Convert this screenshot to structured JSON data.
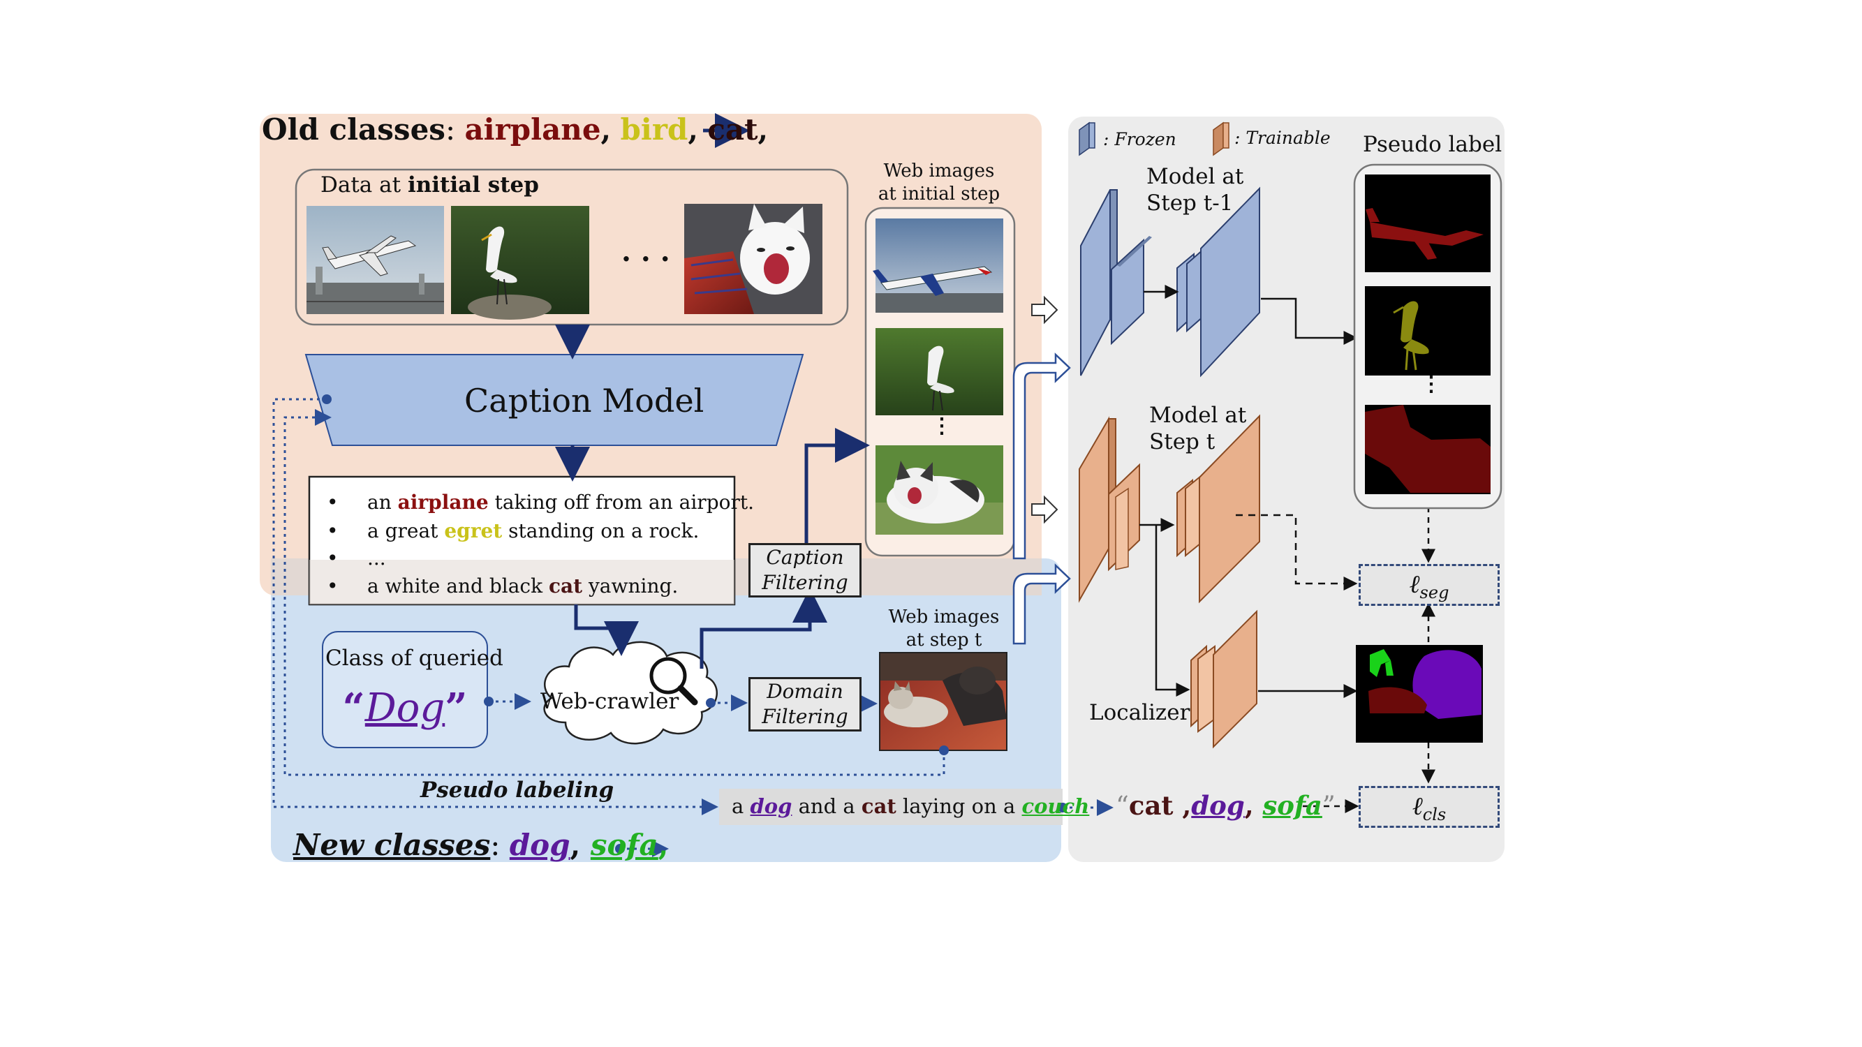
{
  "old_classes": {
    "label": "Old classes",
    "colon": ":",
    "items": [
      {
        "text": "airplane",
        "color": "#7a0d0d",
        "sep": ","
      },
      {
        "text": "bird",
        "color": "#c9c21a",
        "sep": ","
      },
      {
        "text": "cat",
        "color": "#2a0a0a",
        "sep": ","
      }
    ]
  },
  "initial_step": {
    "title_prefix": "Data at ",
    "title_bold": "initial step",
    "ellipsis": "· · ·"
  },
  "caption_model": {
    "label": "Caption Model"
  },
  "captions": [
    {
      "pre": "an ",
      "word": "airplane",
      "word_color": "#8b1010",
      "post": " taking off from an airport."
    },
    {
      "pre": "a great ",
      "word": "egret",
      "word_color": "#c9c21a",
      "post": " standing on a rock."
    },
    {
      "pre": "...",
      "word": "",
      "word_color": "",
      "post": ""
    },
    {
      "pre": "a white and black ",
      "word": "cat",
      "word_color": "#4a1414",
      "post": " yawning."
    }
  ],
  "web_images_initial": {
    "line1": "Web images",
    "line2": "at initial step"
  },
  "caption_filtering": {
    "line1": "Caption",
    "line2": "Filtering"
  },
  "queried_class": {
    "label": "Class of queried",
    "open_quote": "“",
    "value": "Dog",
    "close_quote": "”",
    "value_color": "#5b1a9a"
  },
  "web_crawler": {
    "label": "Web-crawler"
  },
  "domain_filtering": {
    "line1": "Domain",
    "line2": "Filtering"
  },
  "web_images_step_t": {
    "line1": "Web images",
    "line2": "at step t"
  },
  "pseudo_labeling": {
    "label": "Pseudo labeling"
  },
  "pseudo_caption": {
    "parts": [
      {
        "text": "a ",
        "style": "plain",
        "color": "#111111"
      },
      {
        "text": "dog",
        "style": "ui",
        "color": "#5b1a9a"
      },
      {
        "text": " and a ",
        "style": "plain",
        "color": "#111111"
      },
      {
        "text": "cat",
        "style": "bold",
        "color": "#4a1414"
      },
      {
        "text": " laying on a ",
        "style": "plain",
        "color": "#111111"
      },
      {
        "text": "couch",
        "style": "ui",
        "color": "#22b022"
      }
    ]
  },
  "extracted_classes": {
    "open_quote": "“",
    "close_quote": "”",
    "items": [
      {
        "text": "cat",
        "color": "#4a1414",
        "style": "bold",
        "sep": " ,"
      },
      {
        "text": "dog",
        "color": "#5b1a9a",
        "style": "ui",
        "sep": ", "
      },
      {
        "text": "sofa",
        "color": "#22b022",
        "style": "ui",
        "sep": ""
      }
    ]
  },
  "new_classes": {
    "label": "New classes",
    "colon": ":",
    "items": [
      {
        "text": "dog",
        "color": "#5b1a9a",
        "sep": ", "
      },
      {
        "text": "sofa",
        "color": "#22b022",
        "sep": ","
      }
    ]
  },
  "legend": {
    "frozen": ": Frozen",
    "trainable": ": Trainable",
    "frozen_color": "#9fb3d8",
    "trainable_color": "#e8b08c"
  },
  "model_prev": {
    "line1": "Model at",
    "line2": "Step t-1"
  },
  "model_curr": {
    "line1": "Model at",
    "line2": "Step t"
  },
  "localizer": {
    "label": "Localizer"
  },
  "pseudo_label": {
    "title": "Pseudo label",
    "ellipsis": "⋮"
  },
  "losses": {
    "seg": {
      "symbol": "ℓ",
      "sub": "seg"
    },
    "cls": {
      "symbol": "ℓ",
      "sub": "cls"
    }
  },
  "colors": {
    "old_region": "#f7dfd0",
    "new_region": "#cfe0f2",
    "right_panel": "#ececec",
    "caption_model_fill": "#a9c0e4",
    "arrow_navy": "#1a2e6e",
    "mask_plane": "#8b1010",
    "mask_bird": "#8a8a10",
    "mask_cat": "#6a0a0a",
    "mask_dog": "#6a0ab8",
    "mask_plant": "#1ad21a"
  }
}
